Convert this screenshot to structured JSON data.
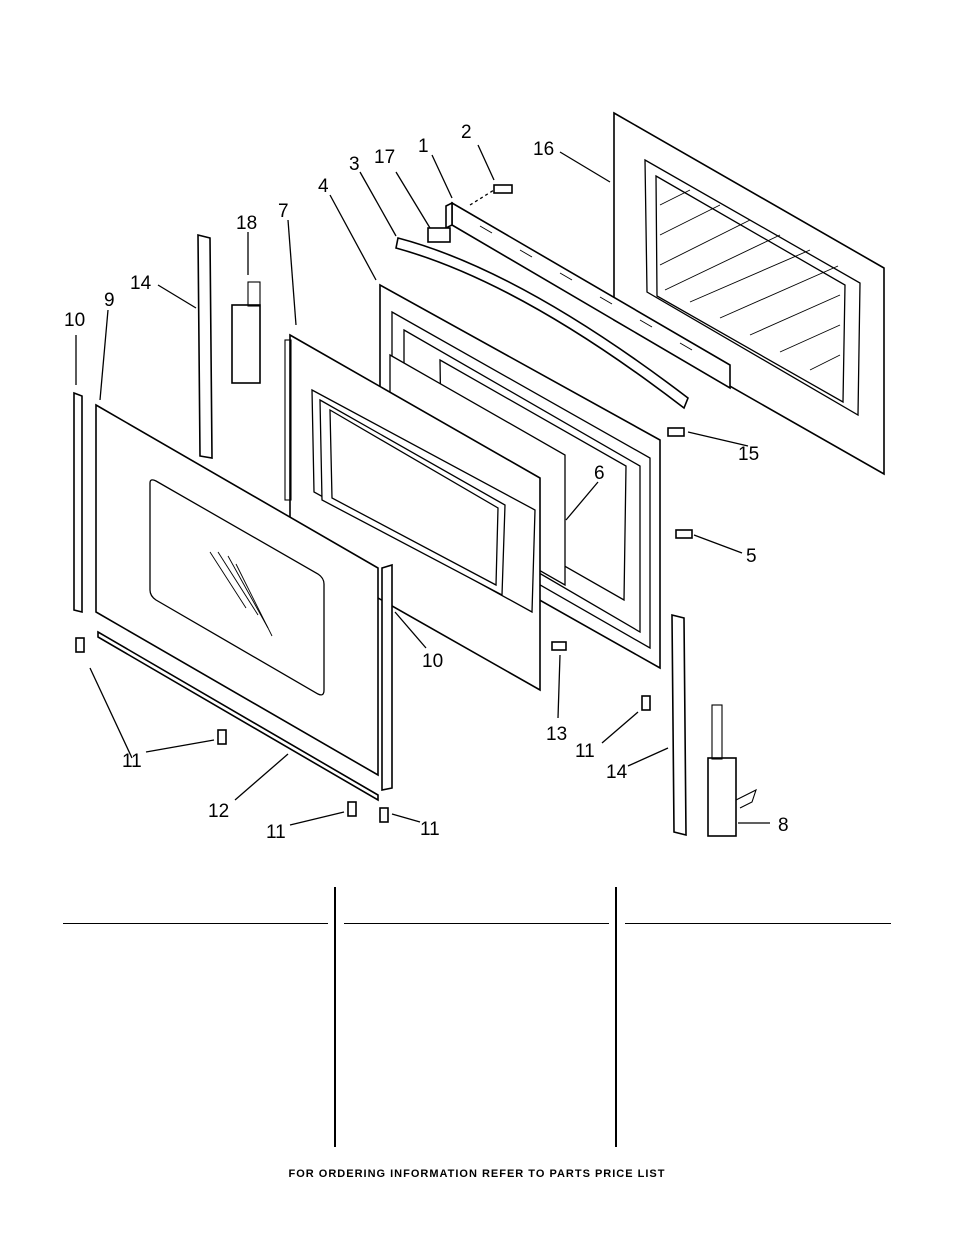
{
  "diagram": {
    "callouts": [
      {
        "id": "c1",
        "label": "1"
      },
      {
        "id": "c2",
        "label": "2"
      },
      {
        "id": "c3",
        "label": "3"
      },
      {
        "id": "c4",
        "label": "4"
      },
      {
        "id": "c5",
        "label": "5"
      },
      {
        "id": "c6",
        "label": "6"
      },
      {
        "id": "c7",
        "label": "7"
      },
      {
        "id": "c8",
        "label": "8"
      },
      {
        "id": "c9",
        "label": "9"
      },
      {
        "id": "c10a",
        "label": "10"
      },
      {
        "id": "c10b",
        "label": "10"
      },
      {
        "id": "c11a",
        "label": "11"
      },
      {
        "id": "c11b",
        "label": "11"
      },
      {
        "id": "c11c",
        "label": "11"
      },
      {
        "id": "c11d",
        "label": "11"
      },
      {
        "id": "c11e",
        "label": "11"
      },
      {
        "id": "c12",
        "label": "12"
      },
      {
        "id": "c13",
        "label": "13"
      },
      {
        "id": "c14a",
        "label": "14"
      },
      {
        "id": "c14b",
        "label": "14"
      },
      {
        "id": "c15",
        "label": "15"
      },
      {
        "id": "c16",
        "label": "16"
      },
      {
        "id": "c17",
        "label": "17"
      },
      {
        "id": "c18",
        "label": "18"
      }
    ]
  },
  "footer": {
    "text": "FOR ORDERING INFORMATION REFER TO PARTS PRICE LIST"
  }
}
